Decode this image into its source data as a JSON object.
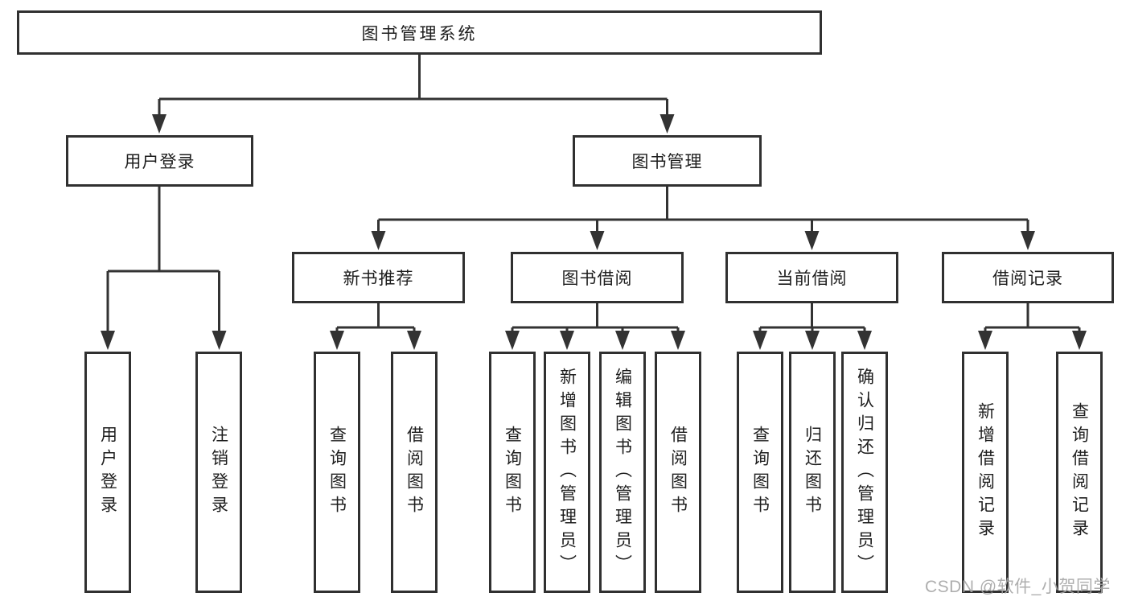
{
  "colors": {
    "line": "#333333",
    "box_border": "#303030",
    "text": "#1e1e1e",
    "watermark": "#a6a6a6",
    "background": "#ffffff"
  },
  "tree": {
    "root": "图书管理系统",
    "children": [
      {
        "label": "用户登录",
        "children": [
          "用户登录",
          "注销登录"
        ]
      },
      {
        "label": "图书管理",
        "children": [
          {
            "label": "新书推荐",
            "children": [
              "查询图书",
              "借阅图书"
            ]
          },
          {
            "label": "图书借阅",
            "children": [
              "查询图书",
              "新增图书（管理员）",
              "编辑图书（管理员）",
              "借阅图书"
            ]
          },
          {
            "label": "当前借阅",
            "children": [
              "查询图书",
              "归还图书",
              "确认归还（管理员）"
            ]
          },
          {
            "label": "借阅记录",
            "children": [
              "新增借阅记录",
              "查询借阅记录"
            ]
          }
        ]
      }
    ]
  },
  "watermark": {
    "text": "CSDN @软件_小贺同学"
  }
}
